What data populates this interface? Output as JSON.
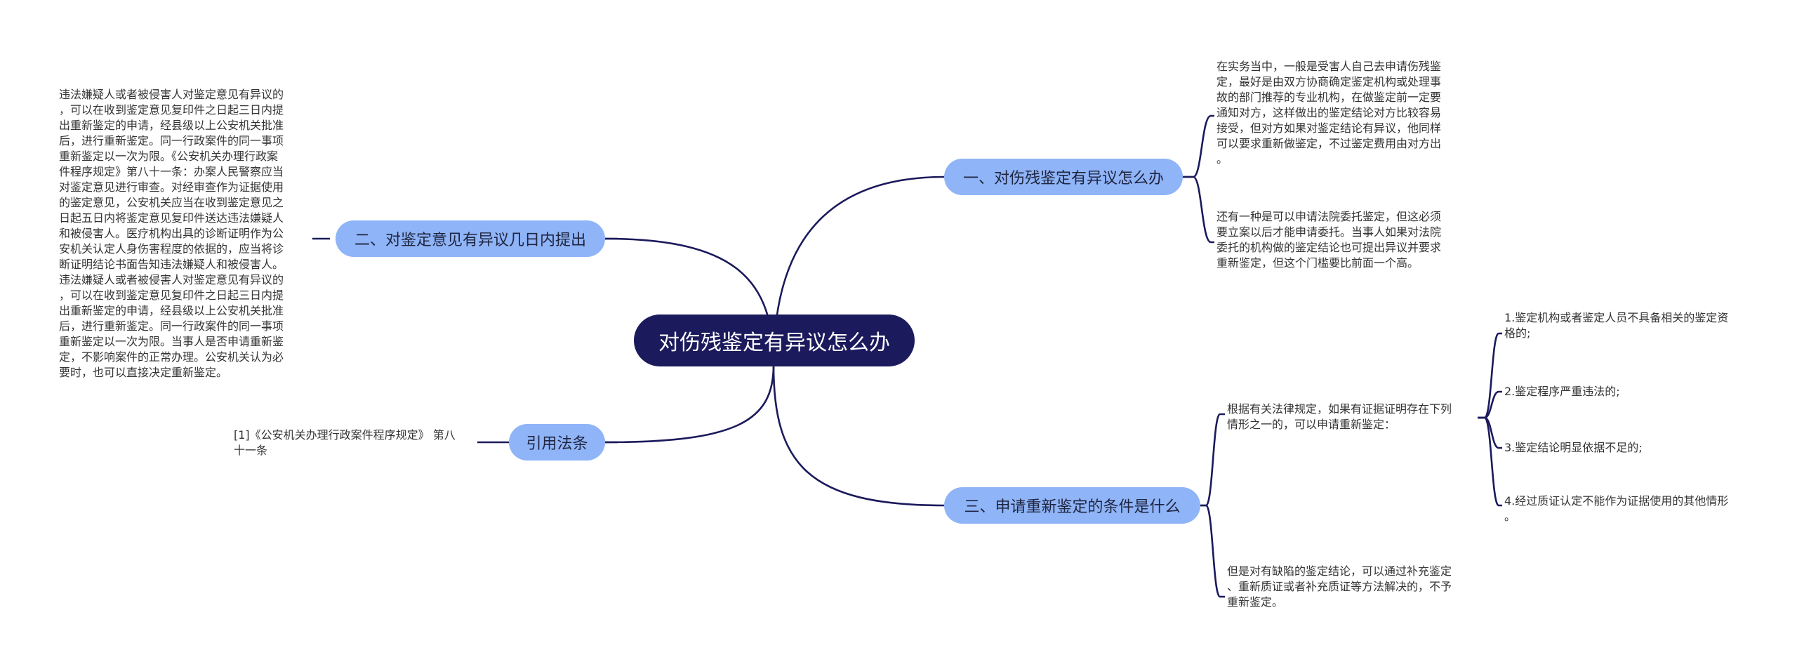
{
  "root": {
    "label": "对伤残鉴定有异议怎么办"
  },
  "branches": {
    "b1": {
      "label": "一、对伤残鉴定有异议怎么办",
      "leaves": [
        "在实务当中，一般是受害人自己去申请伤残鉴\n定，最好是由双方协商确定鉴定机构或处理事\n故的部门推荐的专业机构，在做鉴定前一定要\n通知对方，这样做出的鉴定结论对方比较容易\n接受，但对方如果对鉴定结论有异议，他同样\n可以要求重新做鉴定，不过鉴定费用由对方出\n。",
        "还有一种是可以申请法院委托鉴定，但这必须\n要立案以后才能申请委托。当事人如果对法院\n委托的机构做的鉴定结论也可提出异议并要求\n重新鉴定，但这个门槛要比前面一个高。"
      ]
    },
    "b2": {
      "label": "二、对鉴定意见有异议几日内提出",
      "leaves": [
        "违法嫌疑人或者被侵害人对鉴定意见有异议的\n，可以在收到鉴定意见复印件之日起三日内提\n出重新鉴定的申请，经县级以上公安机关批准\n后，进行重新鉴定。同一行政案件的同一事项\n重新鉴定以一次为限。《公安机关办理行政案\n件程序规定》第八十一条：办案人民警察应当\n对鉴定意见进行审查。对经审查作为证据使用\n的鉴定意见，公安机关应当在收到鉴定意见之\n日起五日内将鉴定意见复印件送达违法嫌疑人\n和被侵害人。医疗机构出具的诊断证明作为公\n安机关认定人身伤害程度的依据的，应当将诊\n断证明结论书面告知违法嫌疑人和被侵害人。\n违法嫌疑人或者被侵害人对鉴定意见有异议的\n，可以在收到鉴定意见复印件之日起三日内提\n出重新鉴定的申请，经县级以上公安机关批准\n后，进行重新鉴定。同一行政案件的同一事项\n重新鉴定以一次为限。当事人是否申请重新鉴\n定，不影响案件的正常办理。公安机关认为必\n要时，也可以直接决定重新鉴定。"
      ]
    },
    "b3": {
      "label": "三、申请重新鉴定的条件是什么",
      "leaves": [
        "根据有关法律规定，如果有证据证明存在下列\n情形之一的，可以申请重新鉴定：",
        "但是对有缺陷的鉴定结论，可以通过补充鉴定\n、重新质证或者补充质证等方法解决的，不予\n重新鉴定。"
      ],
      "sub_leaves": [
        "1.鉴定机构或者鉴定人员不具备相关的鉴定资\n格的;",
        "2.鉴定程序严重违法的;",
        "3.鉴定结论明显依据不足的;",
        "4.经过质证认定不能作为证据使用的其他情形\n。"
      ]
    },
    "b4": {
      "label": "引用法条",
      "leaves": [
        "[1]《公安机关办理行政案件程序规定》 第八\n十一条"
      ]
    }
  },
  "colors": {
    "root_bg": "#1b1a5c",
    "branch_bg": "#8fb4f7",
    "line": "#1b1a5c"
  }
}
